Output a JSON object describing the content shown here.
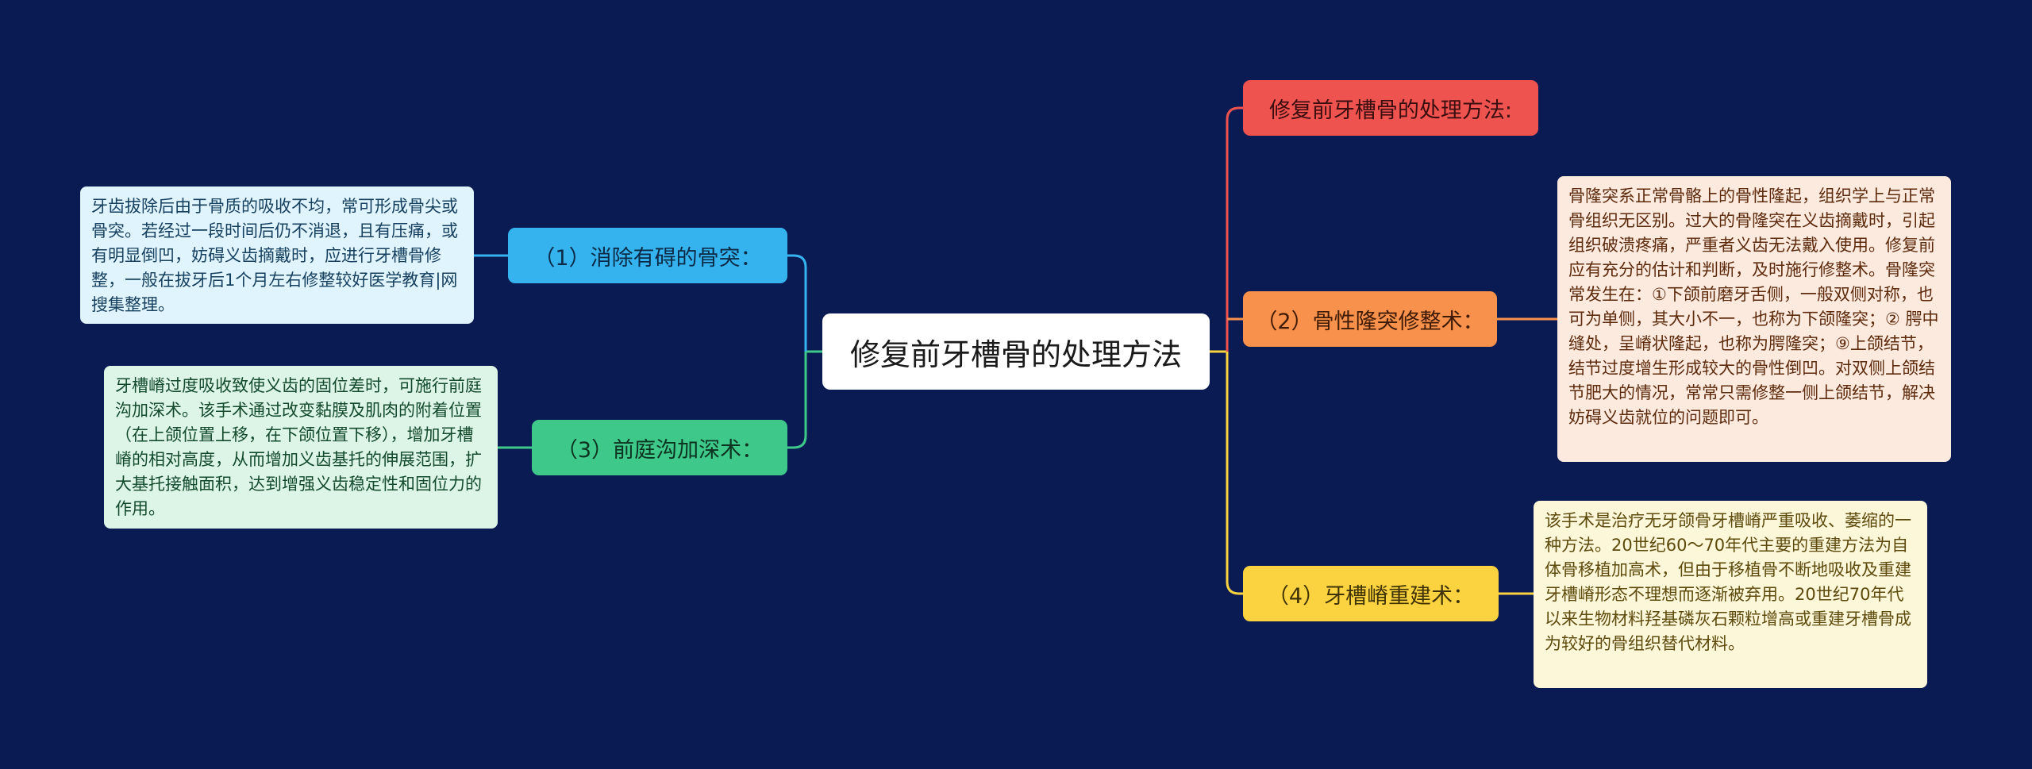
{
  "mindmap": {
    "root": "修复前牙槽骨的处理方法",
    "branches": {
      "title": {
        "label": "修复前牙槽骨的处理方法:"
      },
      "l1": {
        "label": "（1）消除有碍的骨突：",
        "note": "牙齿拔除后由于骨质的吸收不均，常可形成骨尖或骨突。若经过一段时间后仍不消退，且有压痛，或有明显倒凹，妨碍义齿摘戴时，应进行牙槽骨修整，一般在拔牙后1个月左右修整较好医学教育|网搜集整理。"
      },
      "l3": {
        "label": "（3）前庭沟加深术：",
        "note": "牙槽嵴过度吸收致使义齿的固位差时，可施行前庭沟加深术。该手术通过改变黏膜及肌肉的附着位置（在上颌位置上移，在下颌位置下移），增加牙槽嵴的相对高度，从而增加义齿基托的伸展范围，扩大基托接触面积，达到增强义齿稳定性和固位力的作用。"
      },
      "r2": {
        "label": "（2）骨性隆突修整术：",
        "note": "骨隆突系正常骨骼上的骨性隆起，组织学上与正常骨组织无区别。过大的骨隆突在义齿摘戴时，引起组织破溃疼痛，严重者义齿无法戴入使用。修复前应有充分的估计和判断，及时施行修整术。骨隆突常发生在：①下颌前磨牙舌侧，一般双侧对称，也可为单侧，其大小不一，也称为下颌隆突；② 腭中缝处，呈嵴状隆起，也称为腭隆突；⑨上颌结节，结节过度增生形成较大的骨性倒凹。对双侧上颌结节肥大的情况，常常只需修整一侧上颌结节，解决妨碍义齿就位的问题即可。"
      },
      "r4": {
        "label": "（4）牙槽嵴重建术：",
        "note": "该手术是治疗无牙颌骨牙槽嵴严重吸收、萎缩的一种方法。20世纪60～70年代主要的重建方法为自体骨移植加高术，但由于移植骨不断地吸收及重建牙槽嵴形态不理想而逐渐被弃用。20世纪70年代以来生物材料羟基磷灰石颗粒增高或重建牙槽骨成为较好的骨组织替代材料。"
      }
    },
    "colors": {
      "background": "#0a1a52",
      "title": "#ef5350",
      "l1": "#35b3ee",
      "l3": "#3ec98a",
      "r2": "#f7914b",
      "r4": "#fbd23f"
    }
  }
}
